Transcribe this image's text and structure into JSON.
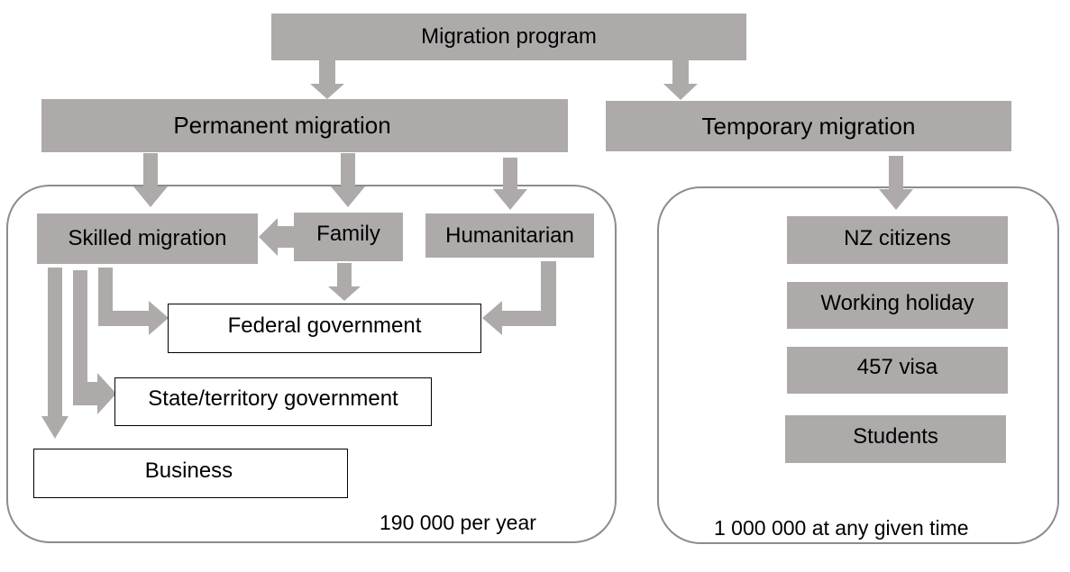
{
  "top": {
    "label": "Migration program"
  },
  "permanent": {
    "label": "Permanent migration",
    "streams": {
      "skilled": "Skilled migration",
      "family": "Family",
      "humanitarian": "Humanitarian"
    },
    "sponsors": {
      "federal": "Federal government",
      "state": "State/territory government",
      "business": "Business"
    },
    "note": "190 000 per year"
  },
  "temporary": {
    "label": "Temporary migration",
    "items": [
      "NZ citizens",
      "Working holiday",
      "457 visa",
      "Students"
    ],
    "note": "1 000 000 at any given time"
  },
  "colors": {
    "box_fill": "#aeaaaa",
    "arrow_fill": "#aeaaaa",
    "panel_border": "#8c8c8c"
  }
}
